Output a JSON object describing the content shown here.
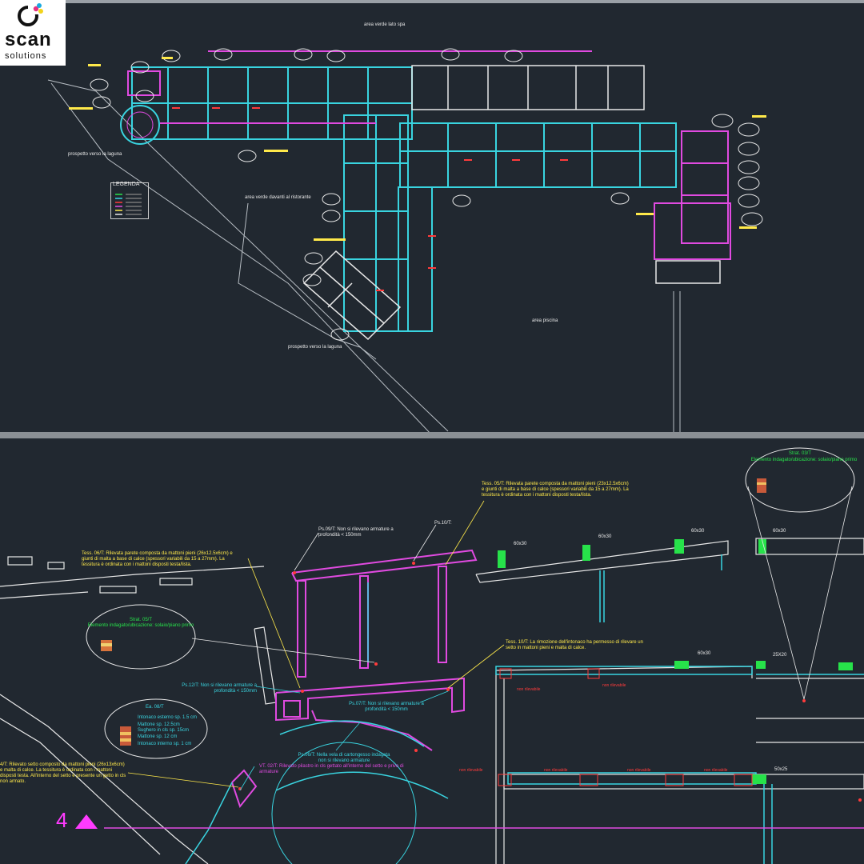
{
  "brand": {
    "logo_text": "scan",
    "logo_sub": "solutions"
  },
  "colors": {
    "bg": "#212830",
    "wall_cyan": "#39d4e0",
    "wall_magenta": "#e04ae0",
    "label_yellow": "#ffe94a",
    "label_green": "#27e24a",
    "marker_red": "#ff3b3b"
  },
  "plan": {
    "labels": {
      "area_spa": "area verde lato spa",
      "area_ristorante": "area verde davanti al ristorante",
      "prospetto_laguna_1": "prospetto verso la laguna",
      "prospetto_laguna_2": "prospetto verso la laguna",
      "area_piscina": "area piscina",
      "legend_title": "LEGENDA"
    }
  },
  "detail": {
    "tess05": "Tess. 05/T: Rilevata parete composta da mattoni pieni (23x12.5x6cm) e giunti di malta a base di calce (spessori variabili da 15 a 27mm). La tessitura è ordinata con i mattoni disposti testa/lista.",
    "tess06": "Tess. 06/T: Rilevata parete composta da mattoni pieni (26x12.5x6cm) e giunti di malta a base di calce (spessori variabili da 15 a 27mm). La tessitura è ordinata con i mattoni disposti testa/lista.",
    "ps09": "Ps.09/T: Non si rilevano armature a profondità < 150mm",
    "ps10": "Ps.10/T:",
    "tess10": "Tess. 10/T: La rimozione dell'intonaco ha permesso di rilevare un setto in mattoni pieni e malta di calce.",
    "ps12": "Ps.12/T: Non si rilevano armature a profondità < 150mm",
    "ps07": "Ps.07/T: Non si rilevano armature a profondità < 150mm",
    "ps06": "Ps.06/T: Nella vela di cartongesso indagata non si rilevano armature",
    "vt02": "VT. 02/T: Rilevato pilastro in cls gettato all'interno del setto e privo di armature",
    "left_note": "4/T: Rilevato setto composto da mattoni pieni (26x13x6cm) e malta di calce. La tessitura è ordinata con i mattoni disposti testa. All'interno del setto è presente un getto in cls non armato.",
    "strat05_title": "Strat. 05/T",
    "strat05_sub": "Elemento indagato/ubicazione: solaio/piano primo",
    "strat03_title": "Strat. 03/T",
    "strat03_sub": "Elemento indagato/ubicazione: solaio/piano primo",
    "ea08_title": "Ea. 08/T",
    "ea08_items": [
      "Intonaco esterno sp. 1.5 cm",
      "Mattone sp. 12.5cm",
      "Sughero in cls sp. 15cm",
      "Mattone sp. 12 cm",
      "Intonaco interno sp. 1 cm"
    ],
    "dims": [
      "60x30",
      "60x30",
      "60x30",
      "60x30",
      "60x30",
      "25X20",
      "50x25"
    ],
    "non_rilevabile": "non rilevabile",
    "section_num": "4"
  }
}
